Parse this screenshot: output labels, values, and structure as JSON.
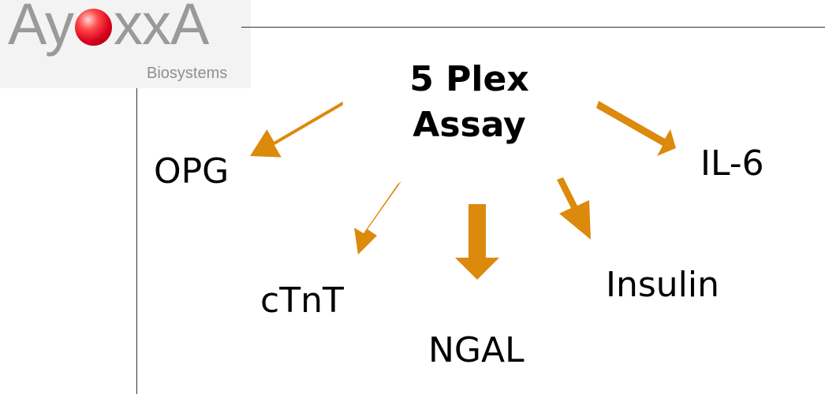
{
  "logo": {
    "word_start": "Ay",
    "word_end": "xxA",
    "subtitle": "Biosystems",
    "ball_color": "#e0001b",
    "text_color": "#9a9a9a"
  },
  "title": {
    "line1": "5 Plex",
    "line2": "Assay"
  },
  "analytes": {
    "opg": "OPG",
    "il6": "IL-6",
    "ctnt": "cTnT",
    "ngal": "NGAL",
    "insulin": "Insulin"
  },
  "colors": {
    "arrow": "#db8a0c",
    "text": "#000000",
    "rule": "#333333"
  }
}
